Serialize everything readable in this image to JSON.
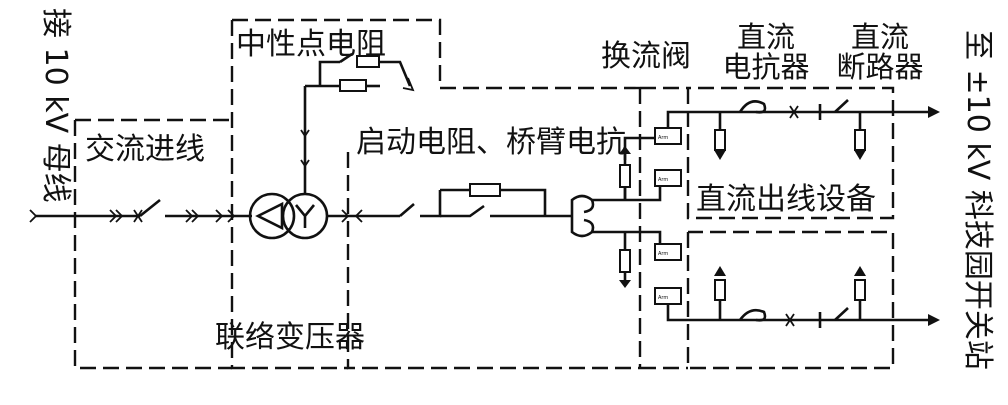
{
  "labels": {
    "bus_source": "接 10 kV 母线",
    "ac_incoming": "交流进线",
    "neutral_resistor": "中性点电阻",
    "tie_transformer": "联络变压器",
    "start_resistor_reactor": "启动电阻、桥臂电抗",
    "converter_valve": "换流阀",
    "dc_reactor": [
      "直流",
      "电抗器"
    ],
    "dc_breaker": [
      "直流",
      "断路器"
    ],
    "dc_outgoing": "直流出线设备",
    "destination": "至 ±10 kV 科技园开关站"
  },
  "colors": {
    "line": "#111111",
    "background": "#ffffff"
  }
}
